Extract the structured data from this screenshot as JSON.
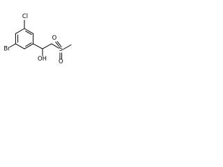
{
  "molecule": {
    "atoms": {
      "chlorine": "Cl",
      "bromine": "Br",
      "hydroxyl": "OH",
      "sulfur": "S",
      "oxygen_upper": "O",
      "oxygen_lower": "O"
    }
  }
}
